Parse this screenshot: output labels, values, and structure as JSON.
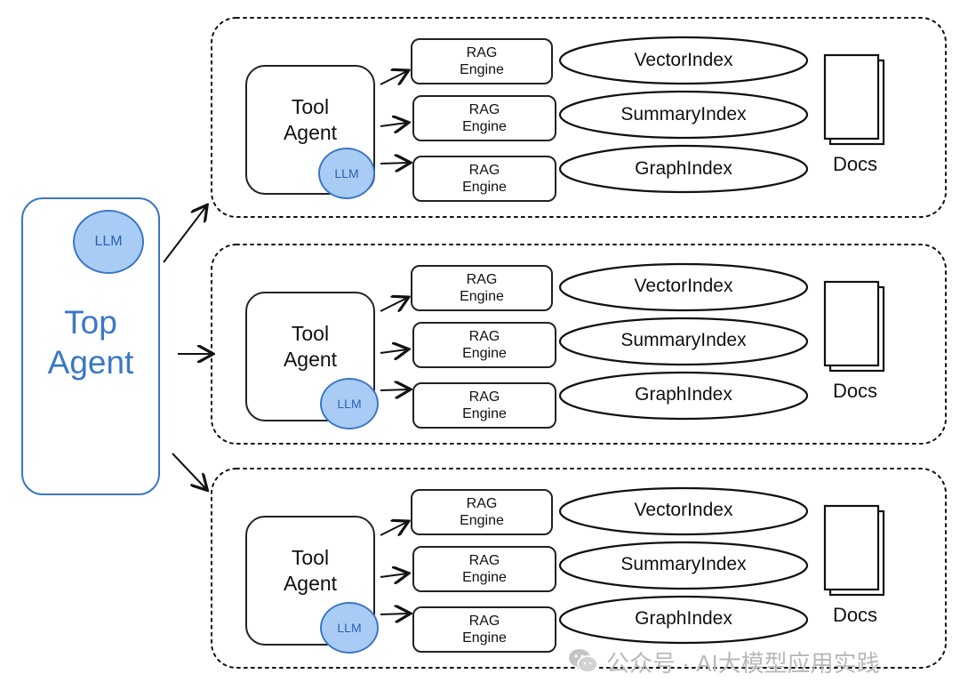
{
  "top_agent": {
    "label": "Top\nAgent",
    "llm": "LLM"
  },
  "groups": [
    {
      "tool_agent": {
        "label": "Tool\nAgent",
        "llm": "LLM"
      },
      "engines": [
        "RAG\nEngine",
        "RAG\nEngine",
        "RAG\nEngine"
      ],
      "indexes": [
        "VectorIndex",
        "SummaryIndex",
        "GraphIndex"
      ],
      "docs": "Docs"
    },
    {
      "tool_agent": {
        "label": "Tool\nAgent",
        "llm": "LLM"
      },
      "engines": [
        "RAG\nEngine",
        "RAG\nEngine",
        "RAG\nEngine"
      ],
      "indexes": [
        "VectorIndex",
        "SummaryIndex",
        "GraphIndex"
      ],
      "docs": "Docs"
    },
    {
      "tool_agent": {
        "label": "Tool\nAgent",
        "llm": "LLM"
      },
      "engines": [
        "RAG\nEngine",
        "RAG\nEngine",
        "RAG\nEngine"
      ],
      "indexes": [
        "VectorIndex",
        "SummaryIndex",
        "GraphIndex"
      ],
      "docs": "Docs"
    }
  ],
  "watermark": "公众号 · AI大模型应用实践",
  "colors": {
    "accent_blue": "#3a78c4",
    "llm_fill": "#a9ccf5",
    "stroke": "#222222"
  }
}
